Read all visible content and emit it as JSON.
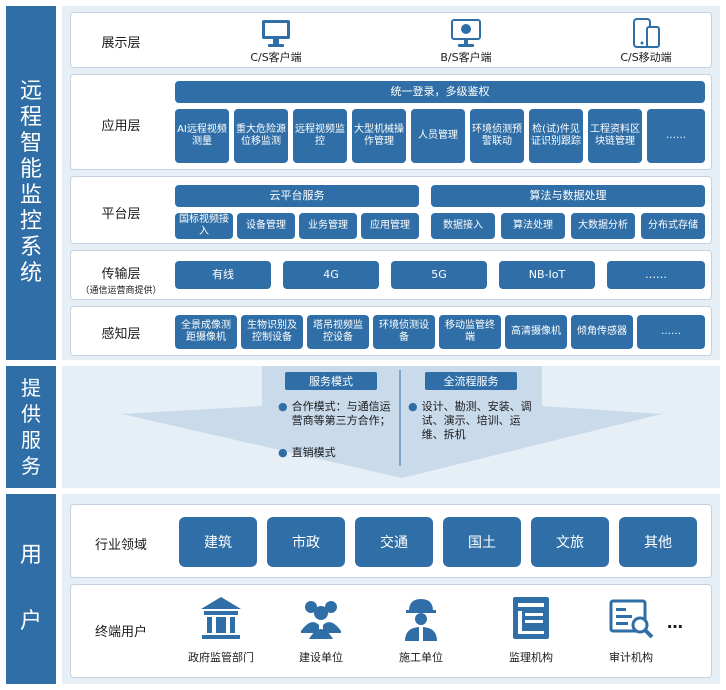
{
  "sections": {
    "system": [
      "远",
      "程",
      "智",
      "能",
      "监",
      "控",
      "系",
      "统"
    ],
    "service": [
      "提",
      "供",
      "服",
      "务"
    ],
    "users": [
      "用",
      "户"
    ]
  },
  "display": {
    "label": "展示层",
    "items": [
      "C/S客户端",
      "B/S客户端",
      "C/S移动端"
    ]
  },
  "app": {
    "label": "应用层",
    "header": "统一登录，多级鉴权",
    "items": [
      "AI远程视频测量",
      "重大危险源位移监测",
      "远程视频监控",
      "大型机械操作管理",
      "人员管理",
      "环境侦测预警联动",
      "检(试)件见证识别跟踪",
      "工程资料区块链管理",
      "……"
    ]
  },
  "platform": {
    "label": "平台层",
    "cloud": "云平台服务",
    "algo": "算法与数据处理",
    "items": [
      "国标视频接入",
      "设备管理",
      "业务管理",
      "应用管理",
      "数据接入",
      "算法处理",
      "大数据分析",
      "分布式存储"
    ]
  },
  "transport": {
    "label": "传输层",
    "sublabel": "（通信运营商提供）",
    "items": [
      "有线",
      "4G",
      "5G",
      "NB-IoT",
      "……"
    ]
  },
  "sense": {
    "label": "感知层",
    "items": [
      "全景成像测距摄像机",
      "生物识别及控制设备",
      "塔吊视频监控设备",
      "环境侦测设备",
      "移动监管终端",
      "高清摄像机",
      "倾角传感器",
      "……"
    ]
  },
  "service": {
    "mode_title": "服务模式",
    "mode_items": [
      "合作模式：与通信运营商等第三方合作；",
      "直销模式"
    ],
    "full_title": "全流程服务",
    "full_items": [
      "设计、勘测、安装、调试、演示、培训、运维、拆机"
    ]
  },
  "industry": {
    "label": "行业领域",
    "items": [
      "建筑",
      "市政",
      "交通",
      "国土",
      "文旅",
      "其他"
    ]
  },
  "terminal": {
    "label": "终端用户",
    "items": [
      "政府监管部门",
      "建设单位",
      "施工单位",
      "监理机构",
      "审计机构"
    ],
    "more": "…"
  },
  "colors": {
    "primary": "#2f6ea6",
    "panel": "#e6eef6"
  },
  "icons": [
    "monitor-icon",
    "monitor-web-icon",
    "mobile-icon",
    "government-icon",
    "people-icon",
    "worker-icon",
    "supervision-icon",
    "audit-icon"
  ]
}
